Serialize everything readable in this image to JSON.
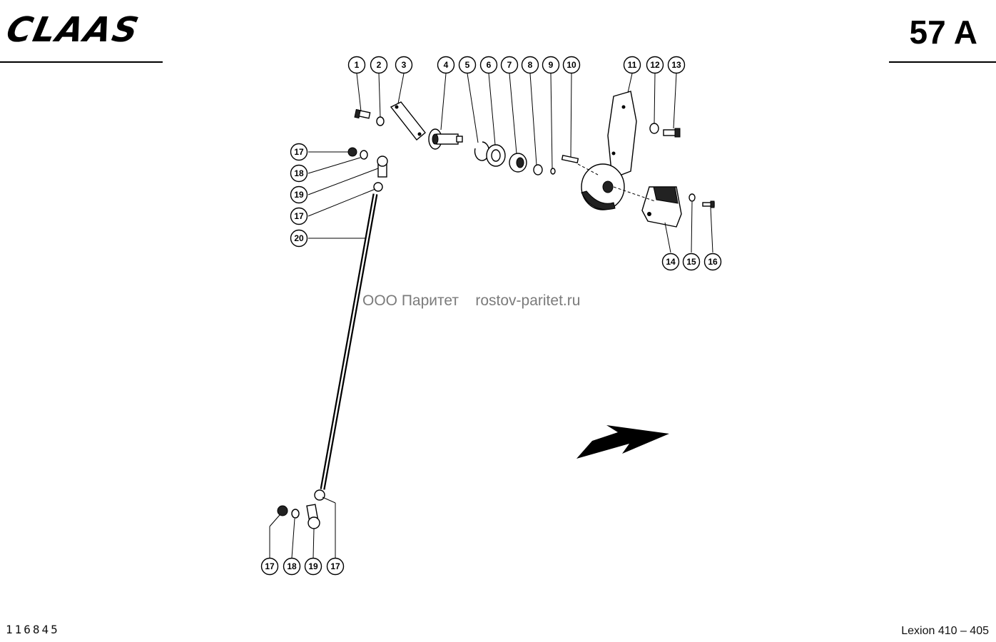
{
  "header": {
    "brand_logo": "CLAAS",
    "page_number": "57 A"
  },
  "footer": {
    "drawing_number": "116845",
    "model": "Lexion 410 – 405"
  },
  "watermark": {
    "company": "ООО Паритет",
    "site": "rostov-paritet.ru"
  },
  "callouts": [
    {
      "id": "c1",
      "label": "1"
    },
    {
      "id": "c2",
      "label": "2"
    },
    {
      "id": "c3",
      "label": "3"
    },
    {
      "id": "c4",
      "label": "4"
    },
    {
      "id": "c5",
      "label": "5"
    },
    {
      "id": "c6",
      "label": "6"
    },
    {
      "id": "c7",
      "label": "7"
    },
    {
      "id": "c8",
      "label": "8"
    },
    {
      "id": "c9",
      "label": "9"
    },
    {
      "id": "c10",
      "label": "10"
    },
    {
      "id": "c11",
      "label": "11"
    },
    {
      "id": "c12",
      "label": "12"
    },
    {
      "id": "c13",
      "label": "13"
    },
    {
      "id": "c14",
      "label": "14"
    },
    {
      "id": "c15",
      "label": "15"
    },
    {
      "id": "c16",
      "label": "16"
    },
    {
      "id": "c17a",
      "label": "17"
    },
    {
      "id": "c18a",
      "label": "18"
    },
    {
      "id": "c19a",
      "label": "19"
    },
    {
      "id": "c17b",
      "label": "17"
    },
    {
      "id": "c20",
      "label": "20"
    },
    {
      "id": "c17c",
      "label": "17"
    },
    {
      "id": "c18b",
      "label": "18"
    },
    {
      "id": "c19b",
      "label": "19"
    },
    {
      "id": "c17d",
      "label": "17"
    }
  ]
}
